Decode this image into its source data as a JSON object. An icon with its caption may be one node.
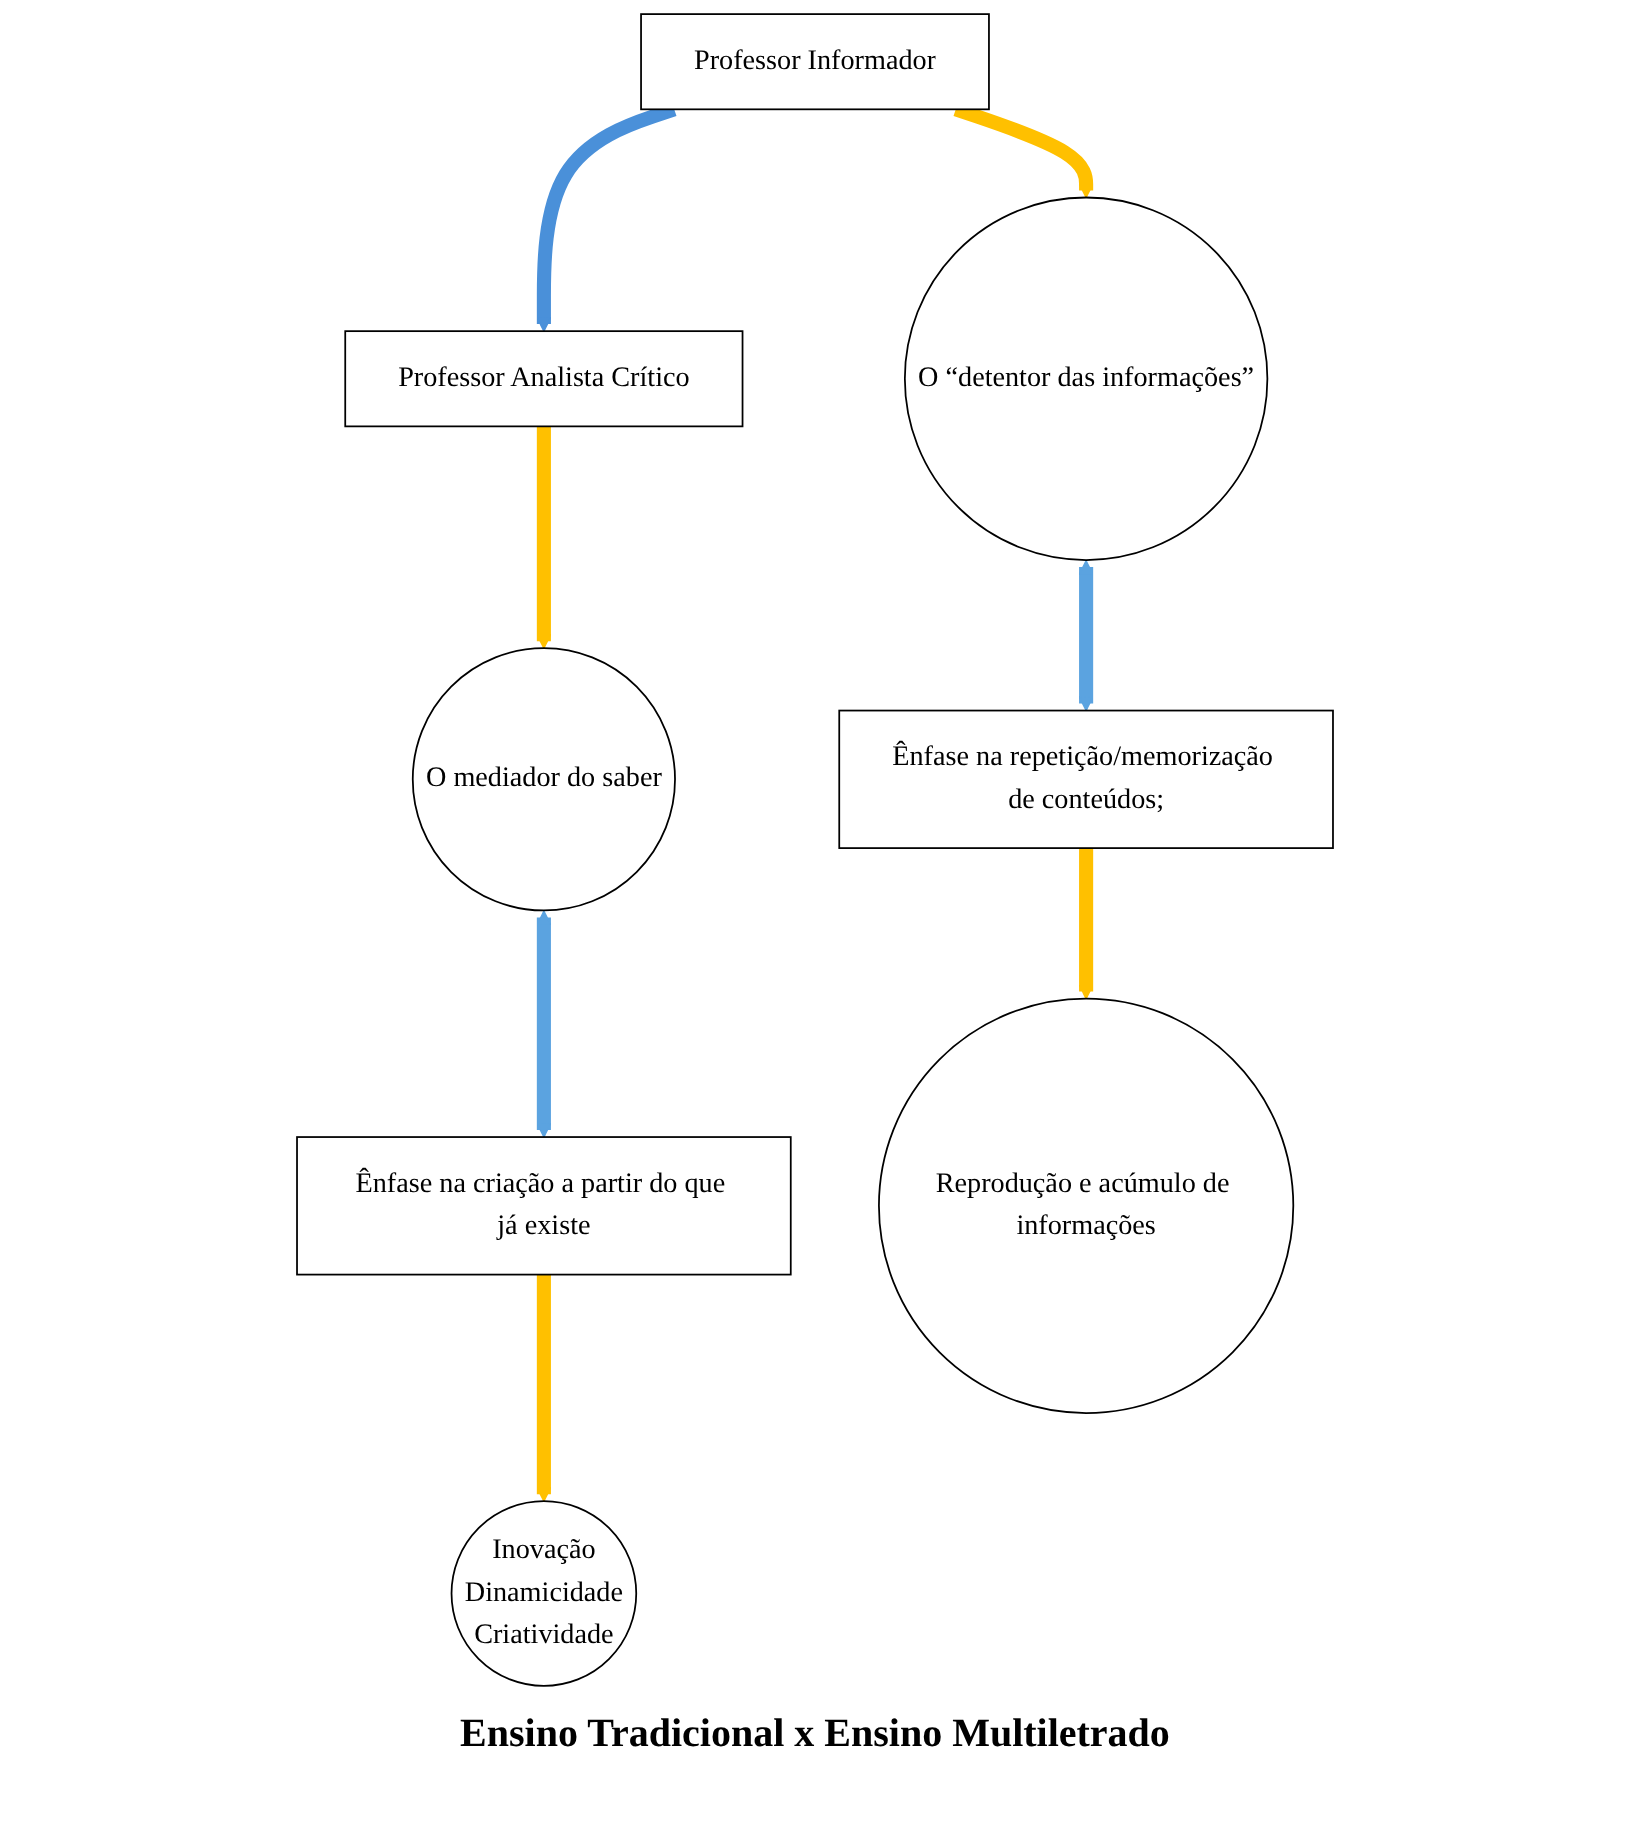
{
  "diagram": {
    "caption": "Ensino Tradicional x Ensino Multiletrado",
    "nodes": [
      {
        "text": [
          "Professor Informador"
        ]
      },
      {
        "text": [
          "Professor Analista Crítico"
        ]
      },
      {
        "text": [
          "O “detentor das informações”"
        ]
      },
      {
        "text": [
          "O mediador do saber"
        ]
      },
      {
        "text": [
          "Ênfase na repetição/memorização de conteúdos;"
        ]
      },
      {
        "text": [
          "Ênfase na criação a partir do que já existe"
        ]
      },
      {
        "text": [
          "Reprodução e acúmulo de informações"
        ]
      },
      {
        "text": [
          "Inovação",
          "Dinamicidade",
          "Criatividade"
        ]
      }
    ],
    "edges": [
      {
        "from": 0,
        "to": 1,
        "arrow": "to",
        "color": "#4a90d9"
      },
      {
        "from": 0,
        "to": 2,
        "arrow": "to"
      },
      {
        "from": 1,
        "to": 3,
        "arrow": "to"
      },
      {
        "from": 2,
        "to": 4,
        "arrow": "both",
        "color": "#5ba3e0"
      },
      {
        "from": 3,
        "to": 5,
        "arrow": "both",
        "color": "#5ba3e0"
      },
      {
        "from": 4,
        "to": 6,
        "arrow": "to"
      },
      {
        "from": 5,
        "to": 7,
        "arrow": "to"
      }
    ]
  }
}
